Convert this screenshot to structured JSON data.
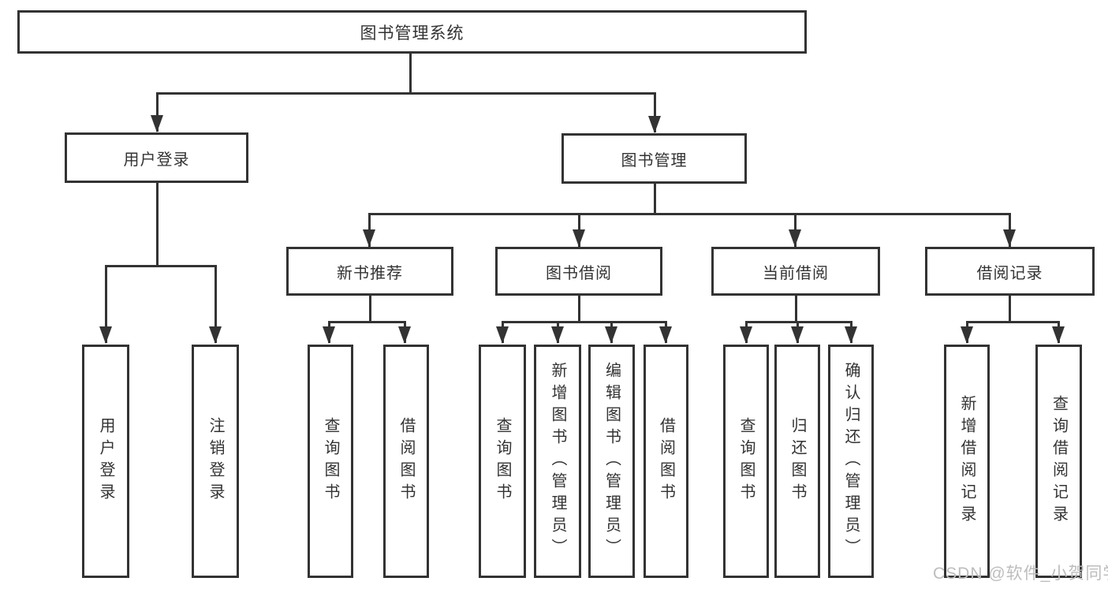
{
  "tree": {
    "label": "图书管理系统",
    "children": [
      {
        "label": "用户登录",
        "children": [
          {
            "label": "用户登录"
          },
          {
            "label": "注销登录"
          }
        ]
      },
      {
        "label": "图书管理",
        "children": [
          {
            "label": "新书推荐",
            "children": [
              {
                "label": "查询图书"
              },
              {
                "label": "借阅图书"
              }
            ]
          },
          {
            "label": "图书借阅",
            "children": [
              {
                "label": "查询图书"
              },
              {
                "label": "新增图书（管理员）"
              },
              {
                "label": "编辑图书（管理员）"
              },
              {
                "label": "借阅图书"
              }
            ]
          },
          {
            "label": "当前借阅",
            "children": [
              {
                "label": "查询图书"
              },
              {
                "label": "归还图书"
              },
              {
                "label": "确认归还（管理员）"
              }
            ]
          },
          {
            "label": "借阅记录",
            "children": [
              {
                "label": "新增借阅记录"
              },
              {
                "label": "查询借阅记录"
              }
            ]
          }
        ]
      }
    ]
  },
  "watermark": {
    "text": "CSDN @软件_小贺同学"
  },
  "colors": {
    "line": "#333333",
    "text": "#333333",
    "watermark": "#bdbdbd",
    "background": "#ffffff"
  }
}
